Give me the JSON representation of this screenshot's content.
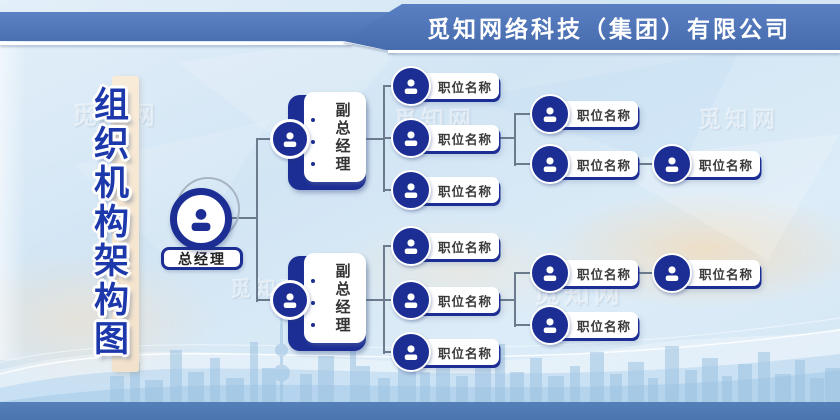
{
  "header": {
    "company": "觅知网络科技（集团）有限公司"
  },
  "side_title": {
    "text": "组织机构架构图"
  },
  "org": {
    "root_label": "总经理",
    "deputy_label": "副总经理",
    "position_label": "职位名称",
    "tree": {
      "root": "总经理",
      "children": [
        {
          "label": "副总经理",
          "children": [
            {
              "label": "职位名称"
            },
            {
              "label": "职位名称",
              "children": [
                {
                  "label": "职位名称"
                },
                {
                  "label": "职位名称",
                  "children": [
                    {
                      "label": "职位名称"
                    }
                  ]
                }
              ]
            },
            {
              "label": "职位名称"
            }
          ]
        },
        {
          "label": "副总经理",
          "children": [
            {
              "label": "职位名称"
            },
            {
              "label": "职位名称",
              "children": [
                {
                  "label": "职位名称",
                  "children": [
                    {
                      "label": "职位名称"
                    }
                  ]
                },
                {
                  "label": "职位名称"
                }
              ]
            },
            {
              "label": "职位名称"
            }
          ]
        }
      ]
    }
  },
  "watermark": {
    "text": "觅知网"
  },
  "colors": {
    "navy": "#1c2e94",
    "title_blue": "#1d38ab",
    "banner_blue": "#4e74b7",
    "bottom_bar": "#4c79b4",
    "background_light_blue": "#d9eaf7",
    "beige_strip": "#f7e9d5",
    "label_text": "#333333",
    "connector": "#6b7b8d"
  }
}
